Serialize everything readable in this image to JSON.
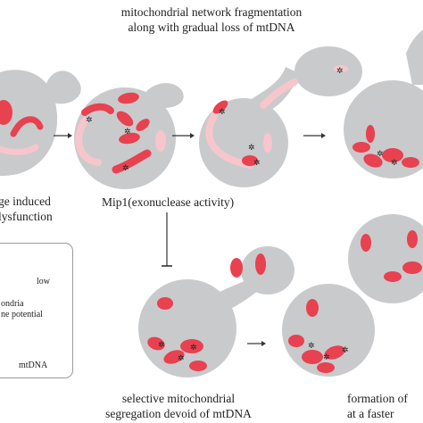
{
  "title_top": {
    "line1": "mitochondrial network fragmentation",
    "line2": "along with gradual loss of mtDNA"
  },
  "left_caption": {
    "line1": "ge induced",
    "line2": "lysfunction"
  },
  "mip1_label": "Mip1(exonuclease activity)",
  "bottom_center_caption": {
    "line1": "selective mitochondrial",
    "line2": "segregation devoid of mtDNA"
  },
  "bottom_right_caption": {
    "line1": "formation of",
    "line2": "at a faster"
  },
  "legend": {
    "gradient_end_label": "low",
    "mito_line1": "ondria",
    "mito_line2": "ne potential",
    "mtdna_label": "mtDNA"
  },
  "colors": {
    "cell": "#c9cacc",
    "mito_high": "#e8414f",
    "mito_low": "#f7c6cc",
    "mtdna": "#1f1f1f",
    "arrow": "#333333"
  }
}
